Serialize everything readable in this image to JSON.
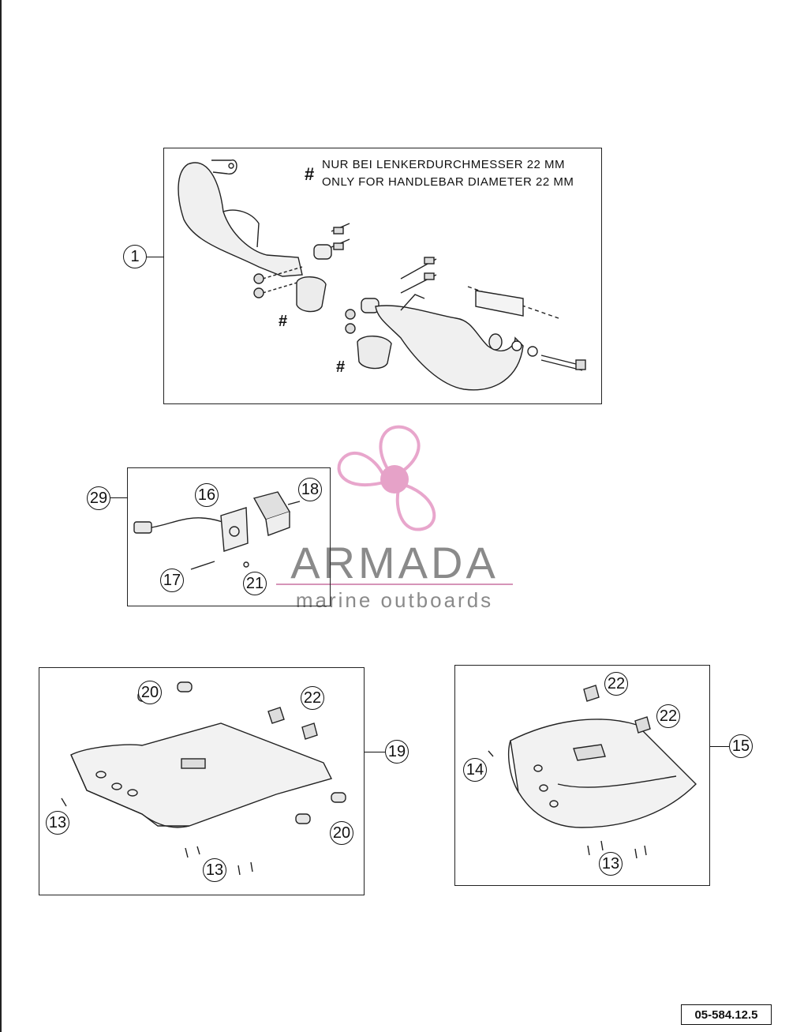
{
  "handguard_panel": {
    "note_symbol": "#",
    "note_de": "NUR BEI LENKERDURCHMESSER 22 MM",
    "note_en": "ONLY FOR HANDLEBAR DIAMETER 22 MM",
    "hash_marks": [
      "#",
      "#"
    ]
  },
  "callouts": {
    "handguard": "1",
    "light_kit": "29",
    "light_bracket": "16",
    "light_screw_small": "18",
    "light_screw_bolt": "17",
    "light_nut": "21",
    "skid_left_bumper_top": "20",
    "skid_left_blocks": "22",
    "skid_left_assembly": "19",
    "skid_left_screw_side": "13",
    "skid_left_bumper_bottom": "20",
    "skid_left_screw_bottom": "13",
    "skid_right_block_top": "22",
    "skid_right_block_side": "22",
    "skid_right_screw_side": "14",
    "skid_right_assembly": "15",
    "skid_right_screw_bottom": "13"
  },
  "watermark": {
    "title": "ARMADA",
    "subtitle": "marine outboards",
    "colors": {
      "logo": "#e8a6cc",
      "logo_center": "#e6a2c8",
      "text": "#8a8a8a"
    }
  },
  "document_number": "05-584.12.5"
}
